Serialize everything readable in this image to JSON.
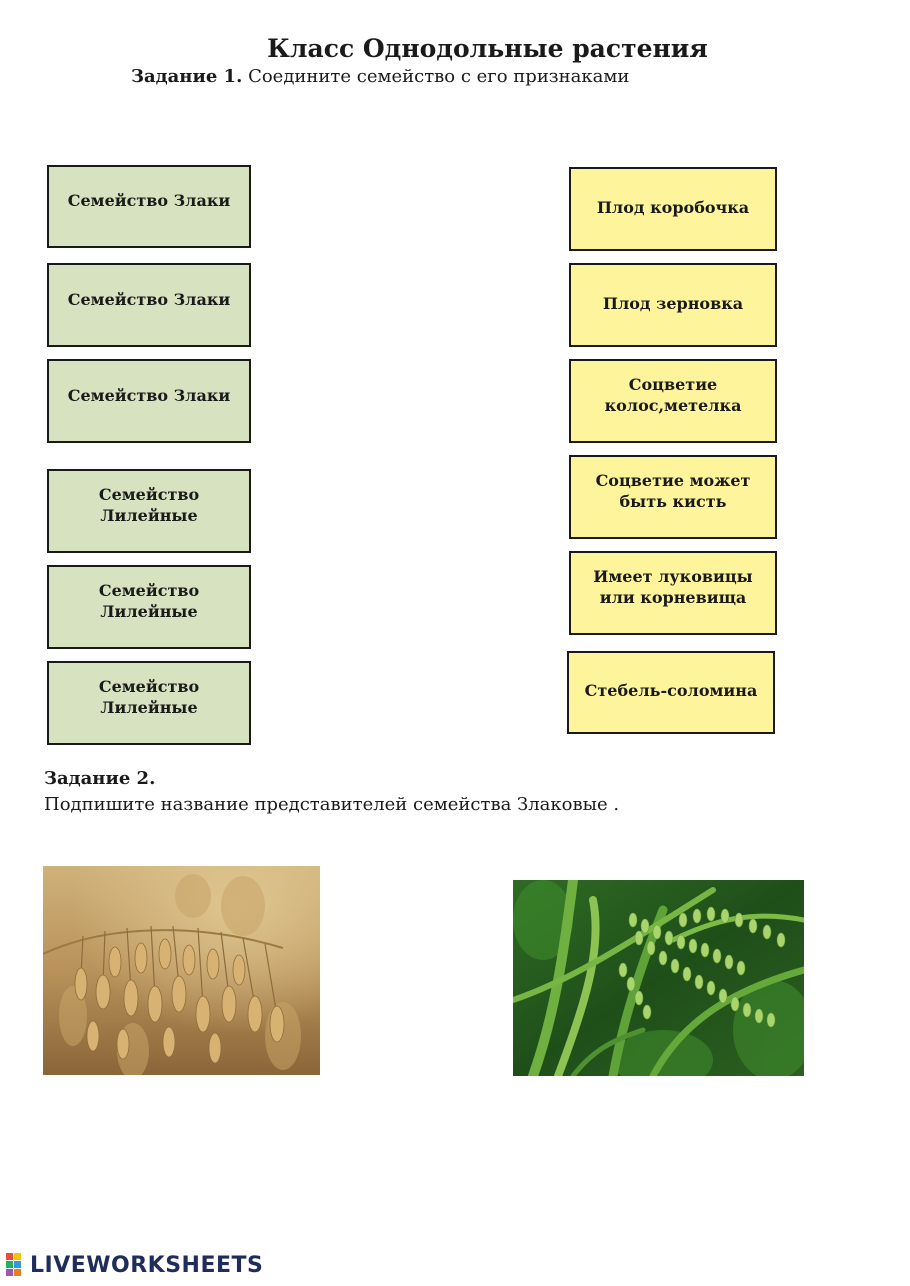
{
  "title": "Класс Однодольные растения",
  "task1": {
    "label": "Задание 1.",
    "text": " Соедините семейство с его признаками"
  },
  "left_cards": [
    {
      "label": "Семейство Злаки"
    },
    {
      "label": "Семейство Злаки"
    },
    {
      "label": "Семейство Злаки"
    },
    {
      "label": "Семейство Лилейные"
    },
    {
      "label": "Семейство Лилейные"
    },
    {
      "label": "Семейство Лилейные"
    }
  ],
  "right_cards": [
    {
      "label": "Плод коробочка"
    },
    {
      "label": "Плод зерновка"
    },
    {
      "label": "Соцветие колос,метелка"
    },
    {
      "label": "Соцветие может быть кисть"
    },
    {
      "label": "Имеет луковицы или корневища"
    },
    {
      "label": "Стебель-соломина"
    }
  ],
  "task2": {
    "label": "Задание 2.",
    "text": "Подпишите название представителей семейства Злаковые ."
  },
  "footer": {
    "brand": "LIVEWORKSHEETS"
  },
  "colors": {
    "green_card": "#d7e3c0",
    "yellow_card": "#fef49c",
    "brand": "#1f2d5c"
  }
}
